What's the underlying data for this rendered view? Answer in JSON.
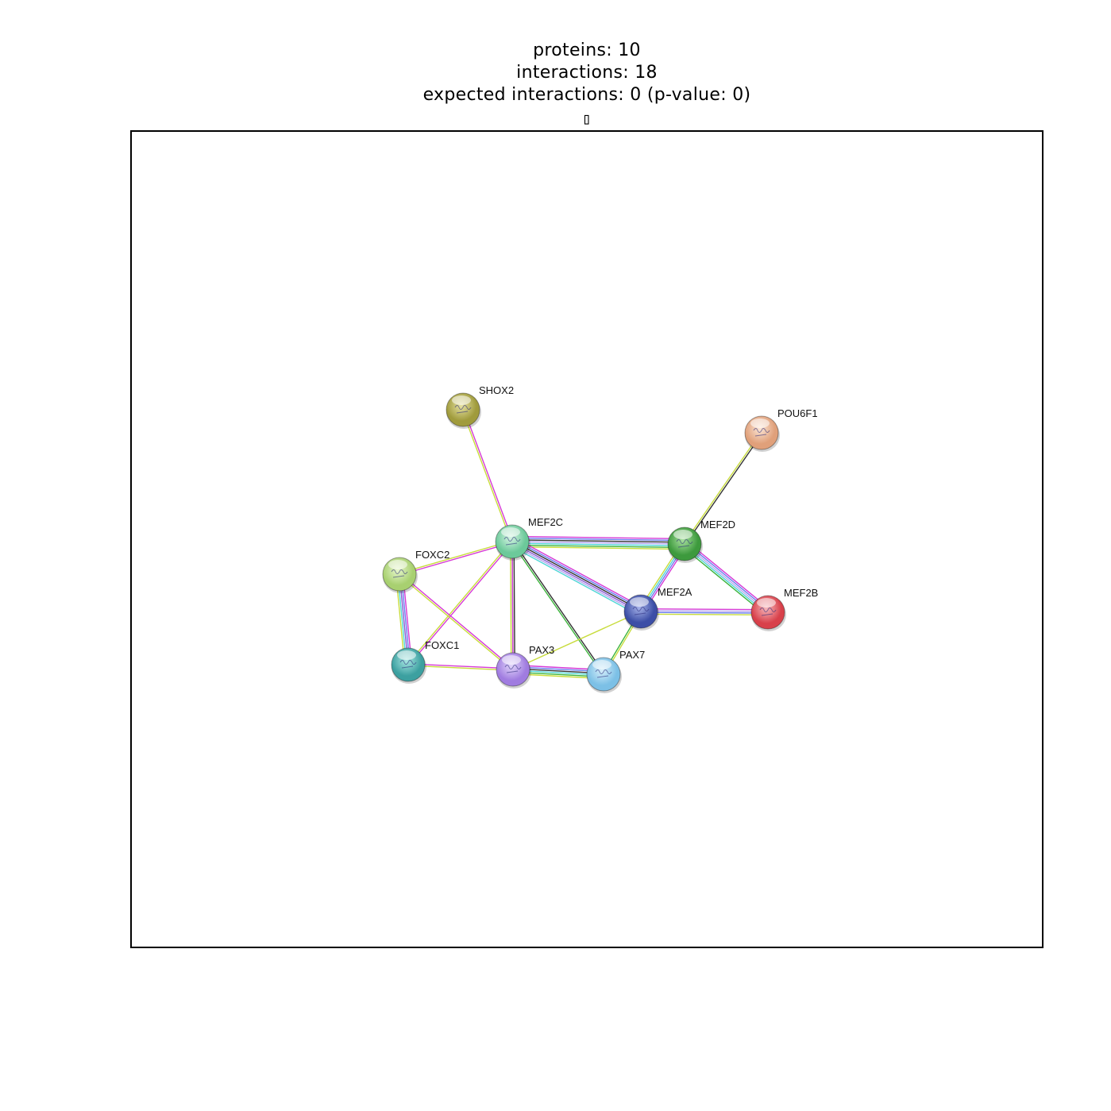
{
  "header": {
    "proteins": "proteins: 10",
    "interactions": "interactions: 18",
    "expected": "expected interactions: 0 (p-value: 0)",
    "glyph": "▯"
  },
  "evidence_colors": {
    "magenta": "#d63ad6",
    "yellow": "#c8dc3c",
    "black": "#333333",
    "blue": "#6a7cf0",
    "cyan": "#4fd6d6",
    "green": "#3cb43c",
    "purple": "#8c5ad2",
    "lavender": "#b9a6ef"
  },
  "nodes": [
    {
      "id": "SHOX2",
      "label": "SHOX2",
      "color": "#a09b3c",
      "light": "#e6e2a4"
    },
    {
      "id": "POU6F1",
      "label": "POU6F1",
      "color": "#e0a07a",
      "light": "#fbe6d6"
    },
    {
      "id": "MEF2C",
      "label": "MEF2C",
      "color": "#6cc99a",
      "light": "#d6f4e4"
    },
    {
      "id": "MEF2D",
      "label": "MEF2D",
      "color": "#3d9a3d",
      "light": "#a9e0a0"
    },
    {
      "id": "FOXC2",
      "label": "FOXC2",
      "color": "#a8d070",
      "light": "#e6f6cc"
    },
    {
      "id": "MEF2A",
      "label": "MEF2A",
      "color": "#3c4ea6",
      "light": "#a8b4ea"
    },
    {
      "id": "MEF2B",
      "label": "MEF2B",
      "color": "#d8404a",
      "light": "#f6b8bc"
    },
    {
      "id": "FOXC1",
      "label": "FOXC1",
      "color": "#3ca0a0",
      "light": "#a8e6e2"
    },
    {
      "id": "PAX3",
      "label": "PAX3",
      "color": "#a07ce0",
      "light": "#e2d6fa"
    },
    {
      "id": "PAX7",
      "label": "PAX7",
      "color": "#7cc0e6",
      "light": "#d6eefa"
    }
  ],
  "edges": [
    {
      "source": "SHOX2",
      "target": "MEF2C",
      "evidence": [
        "magenta",
        "yellow"
      ]
    },
    {
      "source": "POU6F1",
      "target": "MEF2D",
      "evidence": [
        "black",
        "yellow"
      ]
    },
    {
      "source": "MEF2C",
      "target": "MEF2D",
      "evidence": [
        "magenta",
        "blue",
        "black",
        "lavender",
        "cyan",
        "green",
        "yellow"
      ]
    },
    {
      "source": "MEF2C",
      "target": "MEF2A",
      "evidence": [
        "magenta",
        "blue",
        "black",
        "purple",
        "lavender",
        "cyan"
      ]
    },
    {
      "source": "MEF2C",
      "target": "FOXC2",
      "evidence": [
        "magenta",
        "yellow"
      ]
    },
    {
      "source": "MEF2C",
      "target": "PAX3",
      "evidence": [
        "black",
        "green",
        "yellow"
      ]
    },
    {
      "source": "MEF2C",
      "target": "PAX7",
      "evidence": [
        "black",
        "green"
      ]
    },
    {
      "source": "MEF2C",
      "target": "FOXC1",
      "evidence": [
        "magenta",
        "yellow"
      ]
    },
    {
      "source": "MEF2D",
      "target": "MEF2A",
      "evidence": [
        "magenta",
        "blue",
        "cyan",
        "yellow"
      ]
    },
    {
      "source": "MEF2D",
      "target": "MEF2B",
      "evidence": [
        "magenta",
        "blue",
        "lavender",
        "cyan",
        "green"
      ]
    },
    {
      "source": "MEF2A",
      "target": "MEF2B",
      "evidence": [
        "magenta",
        "lavender",
        "blue",
        "yellow"
      ]
    },
    {
      "source": "MEF2A",
      "target": "PAX3",
      "evidence": [
        "yellow"
      ]
    },
    {
      "source": "MEF2A",
      "target": "PAX7",
      "evidence": [
        "yellow",
        "green"
      ]
    },
    {
      "source": "FOXC2",
      "target": "FOXC1",
      "evidence": [
        "magenta",
        "blue",
        "purple",
        "cyan",
        "yellow"
      ]
    },
    {
      "source": "FOXC2",
      "target": "PAX3",
      "evidence": [
        "magenta",
        "yellow"
      ]
    },
    {
      "source": "FOXC1",
      "target": "PAX3",
      "evidence": [
        "magenta",
        "yellow"
      ]
    },
    {
      "source": "PAX3",
      "target": "PAX7",
      "evidence": [
        "magenta",
        "blue",
        "black",
        "cyan",
        "green",
        "yellow"
      ]
    },
    {
      "source": "MEF2C",
      "target": "PAX3",
      "evidence": [
        "magenta"
      ]
    }
  ]
}
